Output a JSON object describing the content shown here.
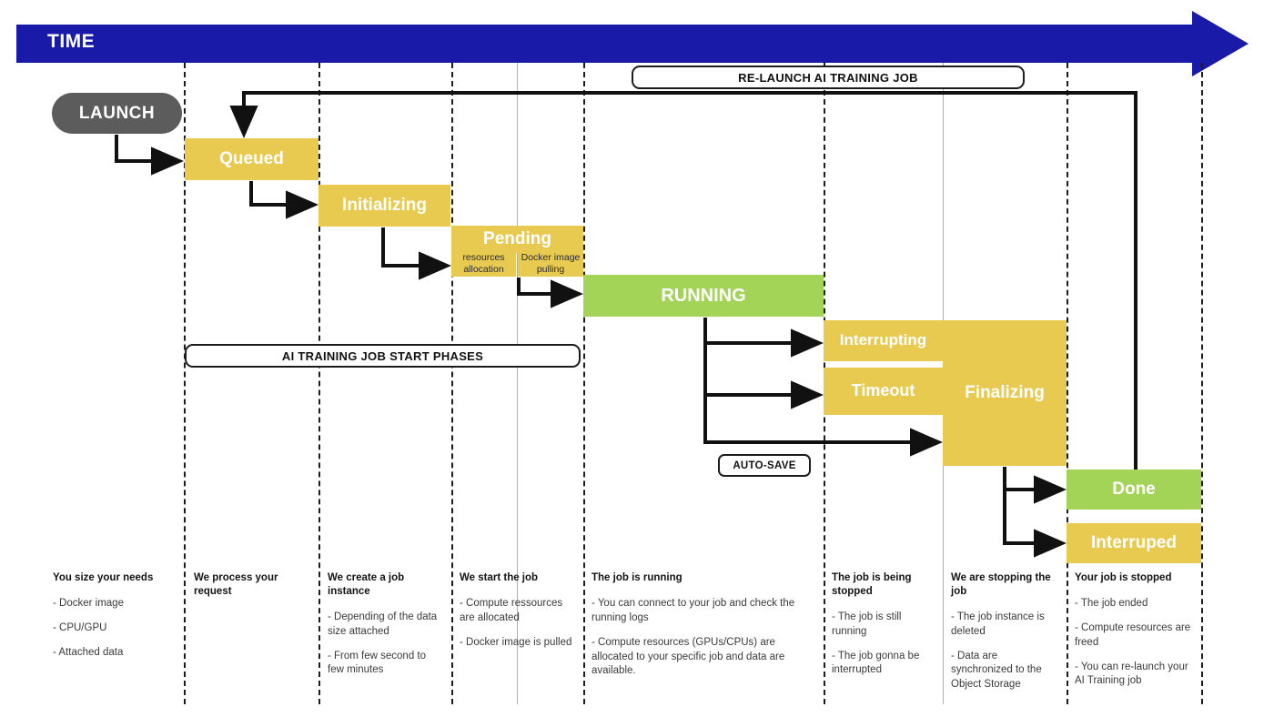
{
  "header": {
    "time_label": "TIME",
    "bar_color": "#1a1aa8"
  },
  "colors": {
    "yellow": "#e8ca51",
    "green": "#a3d357",
    "launch_gray": "#5c5c5c",
    "line": "#1c1c1c"
  },
  "launch": {
    "label": "LAUNCH"
  },
  "captions": {
    "relaunch": "RE-LAUNCH AI TRAINING JOB",
    "start_phases": "AI TRAINING JOB START PHASES",
    "autosave": "AUTO-SAVE"
  },
  "states": [
    {
      "id": "queued",
      "label": "Queued"
    },
    {
      "id": "initializing",
      "label": "Initializing"
    },
    {
      "id": "pending",
      "label": "Pending"
    },
    {
      "id": "running",
      "label": "RUNNING"
    },
    {
      "id": "interrupting",
      "label": "Interrupting"
    },
    {
      "id": "timeout",
      "label": "Timeout"
    },
    {
      "id": "finalizing",
      "label": "Finalizing"
    },
    {
      "id": "done",
      "label": "Done"
    },
    {
      "id": "interrupted",
      "label": "Interruped"
    }
  ],
  "substates": [
    {
      "id": "resources-allocation",
      "label": "resources allocation"
    },
    {
      "id": "docker-image-pulling",
      "label": "Docker image pulling"
    }
  ],
  "descriptions": [
    {
      "id": "size-needs",
      "title": "You size your needs",
      "bullets": [
        "- Docker image",
        "- CPU/GPU",
        "- Attached data"
      ]
    },
    {
      "id": "process-request",
      "title": "We process your request",
      "bullets": []
    },
    {
      "id": "create-instance",
      "title": "We create a job instance",
      "bullets": [
        "- Depending of the data size attached",
        "- From few second to few minutes"
      ]
    },
    {
      "id": "start-job",
      "title": "We start the job",
      "bullets": [
        "- Compute ressources are allocated",
        "- Docker image is pulled"
      ]
    },
    {
      "id": "job-running",
      "title": "The job is running",
      "bullets": [
        "- You can connect to your job and check the running logs",
        "- Compute resources (GPUs/CPUs) are allocated to your specific job and data are available."
      ]
    },
    {
      "id": "job-stopping",
      "title": "The job is being stopped",
      "bullets": [
        "- The job is still running",
        "- The job gonna be interrupted"
      ]
    },
    {
      "id": "we-stopping",
      "title": "We are stopping the job",
      "bullets": [
        "- The job instance is deleted",
        "- Data are synchronized to the Object Storage"
      ]
    },
    {
      "id": "job-stopped",
      "title": "Your job is stopped",
      "bullets": [
        "- The job ended",
        "- Compute resources are freed",
        "- You can re-launch your AI Training job"
      ]
    }
  ]
}
